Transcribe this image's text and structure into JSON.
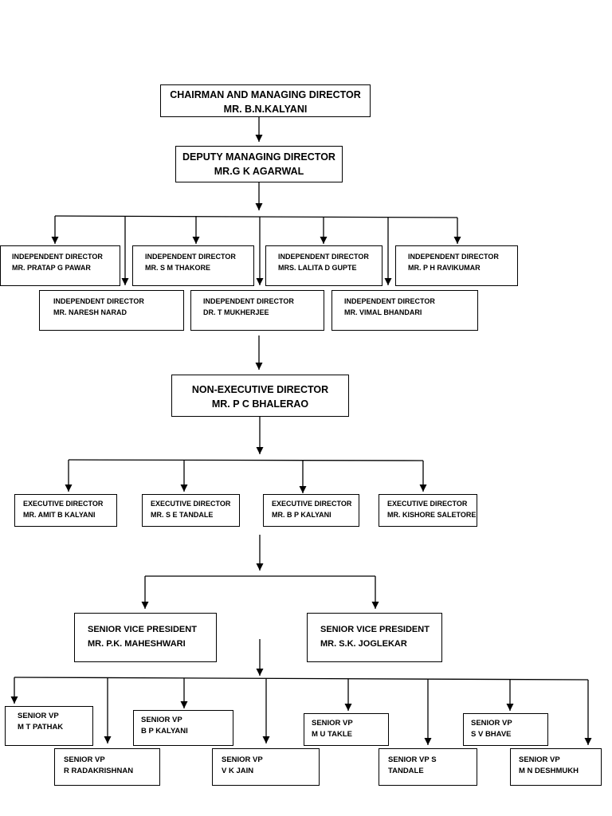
{
  "chairman": {
    "title": "CHAIRMAN AND MANAGING DIRECTOR",
    "name": "MR. B.N.KALYANI"
  },
  "deputy": {
    "title": "DEPUTY MANAGING DIRECTOR",
    "name": "MR.G K AGARWAL"
  },
  "independent_directors": [
    {
      "title": "INDEPENDENT DIRECTOR",
      "name": "MR. PRATAP G PAWAR"
    },
    {
      "title": "INDEPENDENT DIRECTOR",
      "name": "MR. S M THAKORE"
    },
    {
      "title": "INDEPENDENT DIRECTOR",
      "name": "MRS. LALITA D GUPTE"
    },
    {
      "title": "INDEPENDENT DIRECTOR",
      "name": "MR. P H RAVIKUMAR"
    },
    {
      "title": "INDEPENDENT DIRECTOR",
      "name": "MR. NARESH NARAD"
    },
    {
      "title": "INDEPENDENT DIRECTOR",
      "name": "DR. T MUKHERJEE"
    },
    {
      "title": "INDEPENDENT DIRECTOR",
      "name": "MR. VIMAL BHANDARI"
    }
  ],
  "non_executive": {
    "title": "NON-EXECUTIVE DIRECTOR",
    "name": "MR. P C BHALERAO"
  },
  "executive_directors": [
    {
      "title": "EXECUTIVE DIRECTOR",
      "name": "MR. AMIT B KALYANI"
    },
    {
      "title": "EXECUTIVE DIRECTOR",
      "name": "MR. S E TANDALE"
    },
    {
      "title": "EXECUTIVE DIRECTOR",
      "name": "MR. B P KALYANI"
    },
    {
      "title": "EXECUTIVE DIRECTOR",
      "name": "MR. KISHORE SALETORE"
    }
  ],
  "senior_vice_presidents": [
    {
      "title": "SENIOR VICE PRESIDENT",
      "name": "MR. P.K. MAHESHWARI"
    },
    {
      "title": "SENIOR VICE PRESIDENT",
      "name": "MR. S.K. JOGLEKAR"
    }
  ],
  "senior_vps": [
    {
      "title": "SENIOR VP",
      "name": "M T PATHAK"
    },
    {
      "title": "SENIOR VP",
      "name": "B P KALYANI"
    },
    {
      "title": "SENIOR VP",
      "name": "M U TAKLE"
    },
    {
      "title": "SENIOR VP",
      "name": "S V BHAVE"
    },
    {
      "title": "SENIOR VP",
      "name": "R RADAKRISHNAN"
    },
    {
      "title": "SENIOR VP",
      "name": "V K JAIN"
    },
    {
      "title": "SENIOR VP S",
      "name": "TANDALE"
    },
    {
      "title": "SENIOR VP",
      "name": "M N DESHMUKH"
    }
  ]
}
